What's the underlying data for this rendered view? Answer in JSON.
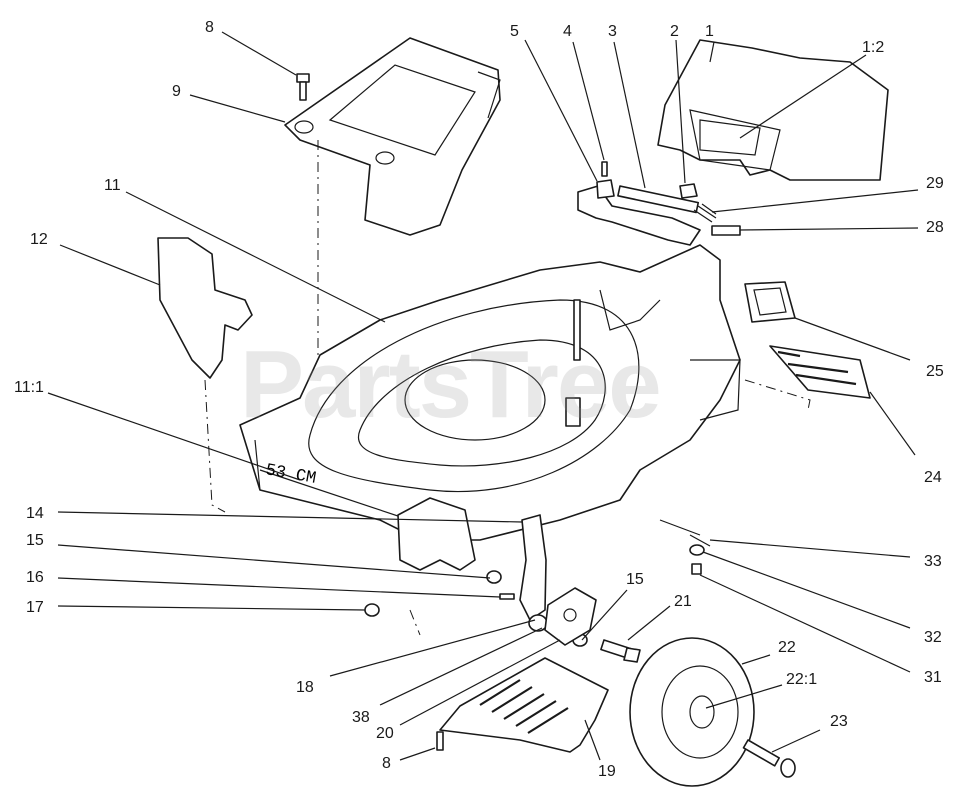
{
  "watermark": "PartsTree",
  "deck_label": "53 CM",
  "callouts": {
    "c1": "1",
    "c1_2": "1:2",
    "c2": "2",
    "c3": "3",
    "c4": "4",
    "c5": "5",
    "c8_top": "8",
    "c9": "9",
    "c11": "11",
    "c11_1": "11:1",
    "c12": "12",
    "c14": "14",
    "c15_left": "15",
    "c15_right": "15",
    "c16": "16",
    "c17": "17",
    "c18": "18",
    "c38": "38",
    "c20": "20",
    "c8_bottom": "8",
    "c19": "19",
    "c21": "21",
    "c22": "22",
    "c22_1": "22:1",
    "c23": "23",
    "c24": "24",
    "c25": "25",
    "c28": "28",
    "c29": "29",
    "c31": "31",
    "c32": "32",
    "c33": "33"
  }
}
